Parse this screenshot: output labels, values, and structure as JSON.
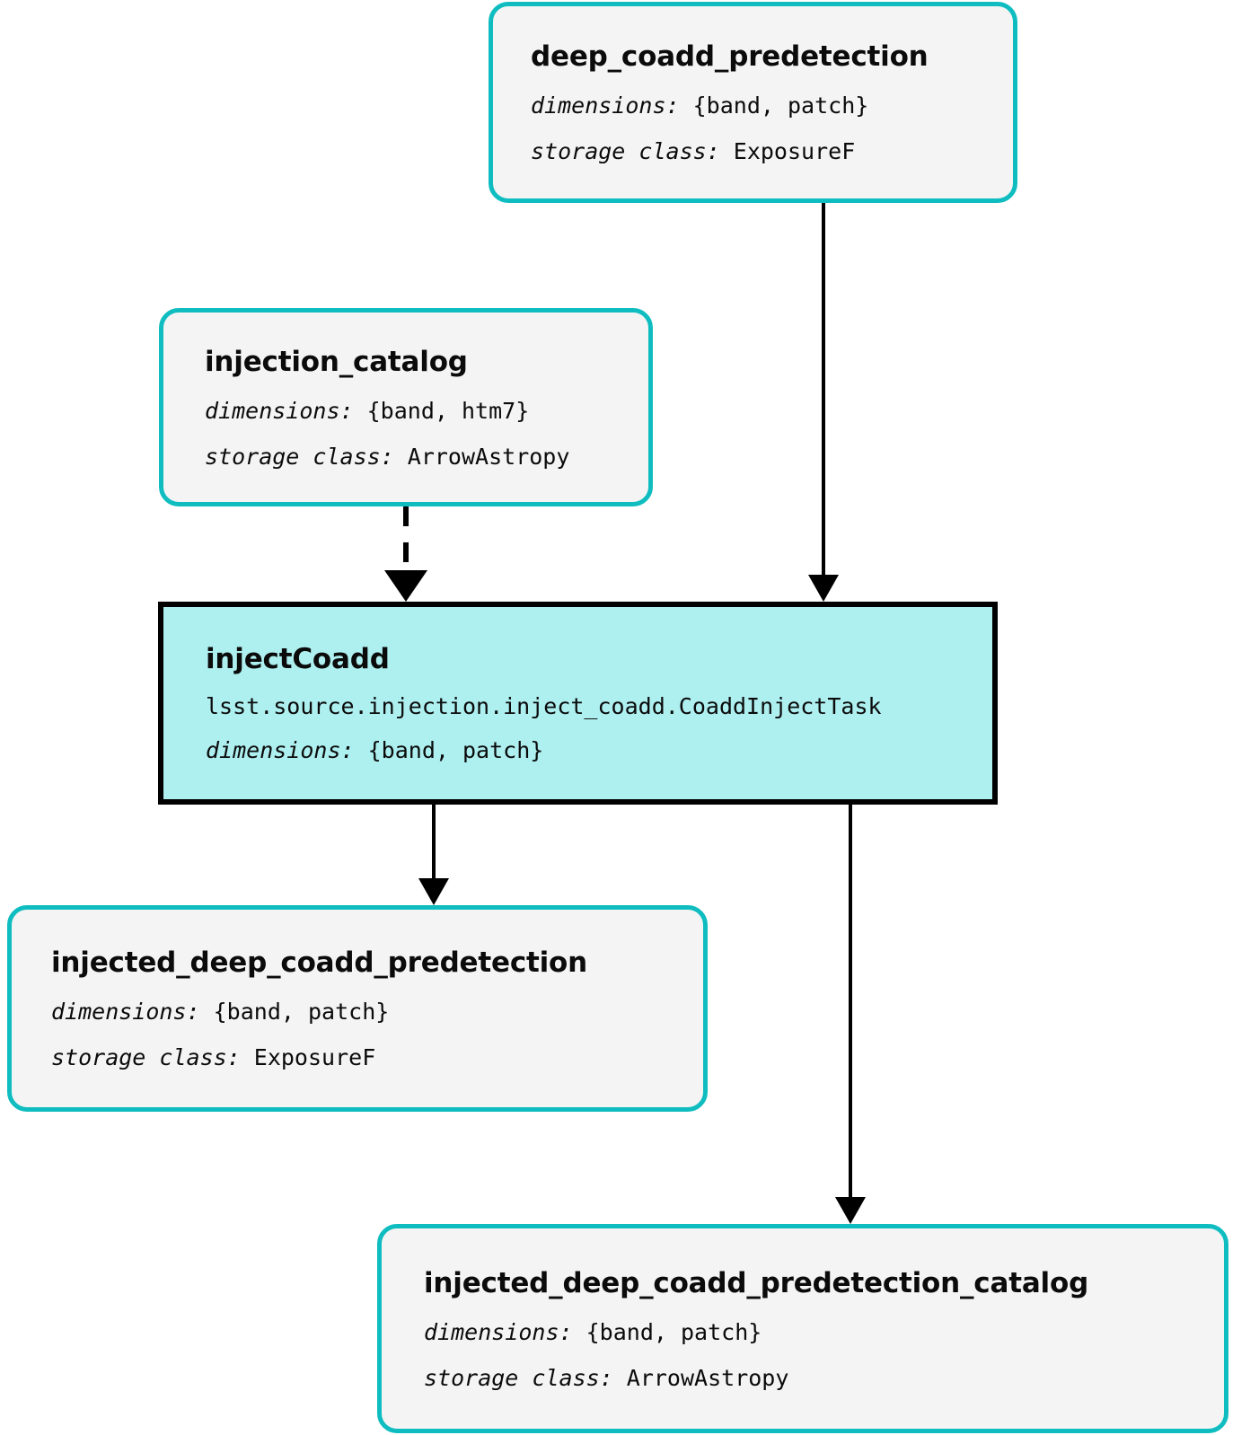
{
  "diagram": {
    "type": "pipeline-dag",
    "background_color": "#ffffff",
    "dataset_node_border_color": "#0fbdc0",
    "dataset_node_fill_color": "#f4f4f4",
    "task_node_border_color": "#000000",
    "task_node_fill_color": "#aeeff0",
    "edge_color": "#000000"
  },
  "labels": {
    "dimensions_key": "dimensions:",
    "storage_class_key": "storage class:"
  },
  "nodes": [
    {
      "id": "deep_coadd_predetection",
      "kind": "dataset",
      "title": "deep_coadd_predetection",
      "dimensions": "{band, patch}",
      "storage_class": "ExposureF"
    },
    {
      "id": "injection_catalog",
      "kind": "dataset",
      "title": "injection_catalog",
      "dimensions": "{band, htm7}",
      "storage_class": "ArrowAstropy"
    },
    {
      "id": "injectCoadd",
      "kind": "task",
      "title": "injectCoadd",
      "class_path": "lsst.source.injection.inject_coadd.CoaddInjectTask",
      "dimensions": "{band, patch}"
    },
    {
      "id": "injected_deep_coadd_predetection",
      "kind": "dataset",
      "title": "injected_deep_coadd_predetection",
      "dimensions": "{band, patch}",
      "storage_class": "ExposureF"
    },
    {
      "id": "injected_deep_coadd_predetection_catalog",
      "kind": "dataset",
      "title": "injected_deep_coadd_predetection_catalog",
      "dimensions": "{band, patch}",
      "storage_class": "ArrowAstropy"
    }
  ],
  "edges": [
    {
      "from": "deep_coadd_predetection",
      "to": "injectCoadd",
      "style": "solid"
    },
    {
      "from": "injection_catalog",
      "to": "injectCoadd",
      "style": "dashed"
    },
    {
      "from": "injectCoadd",
      "to": "injected_deep_coadd_predetection",
      "style": "solid"
    },
    {
      "from": "injectCoadd",
      "to": "injected_deep_coadd_predetection_catalog",
      "style": "solid"
    }
  ]
}
